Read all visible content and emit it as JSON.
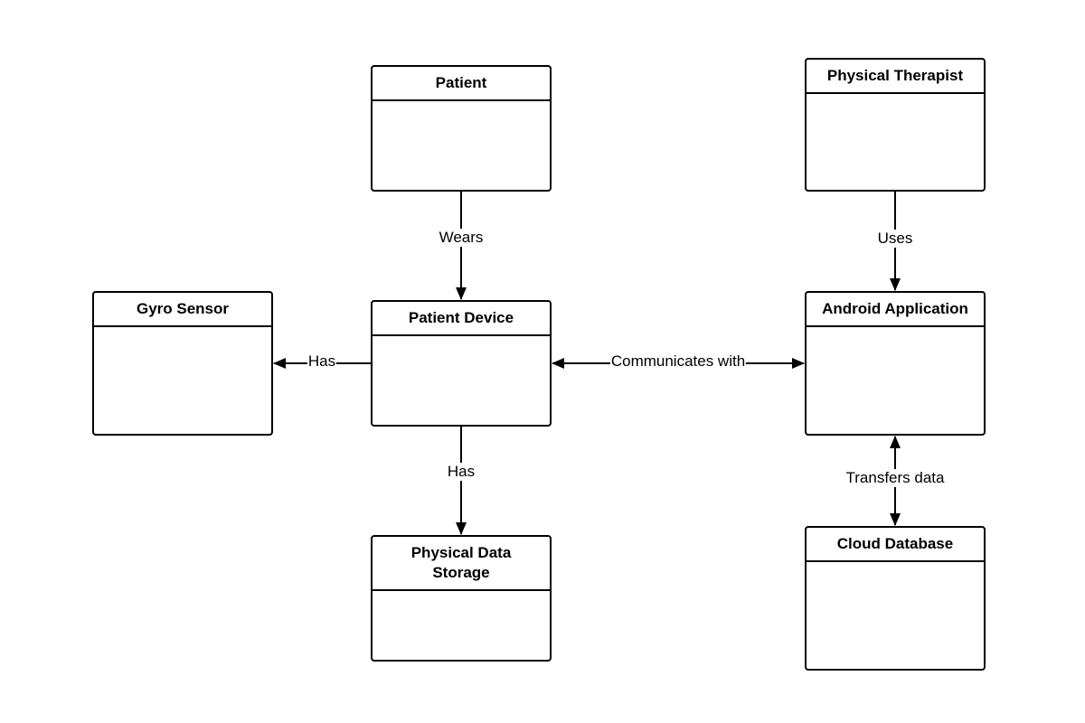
{
  "diagram": {
    "entities": {
      "patient": "Patient",
      "physical_therapist": "Physical Therapist",
      "gyro_sensor": "Gyro Sensor",
      "patient_device": "Patient Device",
      "android_application": "Android Application",
      "physical_data_storage": "Physical Data Storage",
      "cloud_database": "Cloud Database"
    },
    "relationships": {
      "wears": "Wears",
      "uses": "Uses",
      "has_sensor": "Has",
      "communicates_with": "Communicates with",
      "has_storage": "Has",
      "transfers_data": "Transfers data"
    },
    "colors": {
      "stroke": "#000000",
      "background": "#ffffff"
    }
  }
}
